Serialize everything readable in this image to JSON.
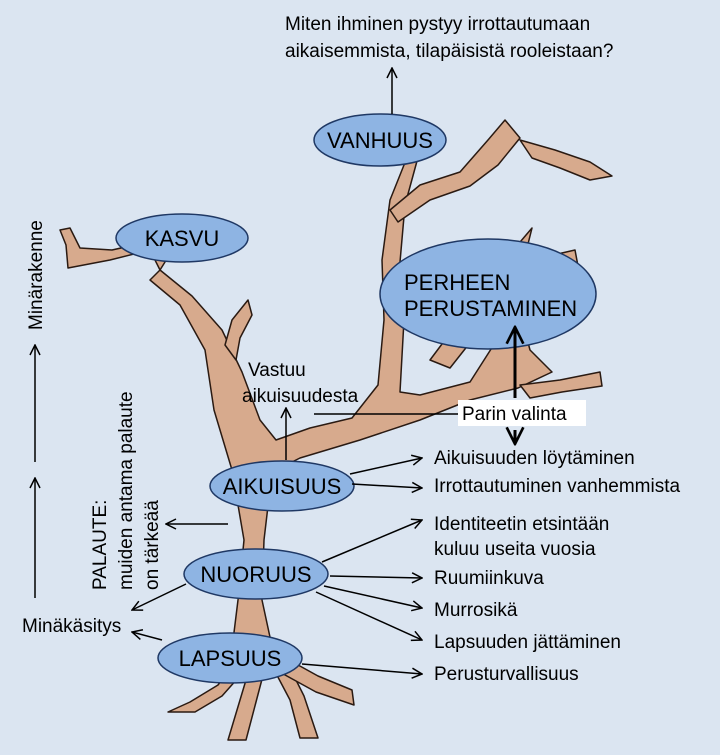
{
  "colors": {
    "background": "#dbe5f1",
    "trunk_fill": "#d7aa8d",
    "trunk_stroke": "#2a1a12",
    "ellipse_fill": "#8eb4e3",
    "ellipse_stroke": "#1f3864"
  },
  "stages": {
    "vanhuus": "VANHUUS",
    "kasvu": "KASVU",
    "perheen_line1": "PERHEEN",
    "perheen_line2": "PERUSTAMINEN",
    "aikuisuus": "AIKUISUUS",
    "nuoruus": "NUORUUS",
    "lapsuus": "LAPSUUS"
  },
  "top_question": {
    "line1": "Miten ihminen pystyy irrottautumaan",
    "line2": "aikaisemmista, tilapäisistä rooleistaan?"
  },
  "left_axis": {
    "minarakenne": "Minärakenne",
    "palaute_line1": "PALAUTE:",
    "palaute_line2": "muiden antama  palaute",
    "palaute_line3": "on tärkeää",
    "minakasitys": "Minäkäsitys"
  },
  "labels": {
    "vastuu_line1": "Vastuu",
    "vastuu_line2": "aikuisuudesta",
    "parin_valinta": "Parin valinta",
    "aikuisuuden_loytaminen": "Aikuisuuden löytäminen",
    "irrottautuminen": "Irrottautuminen vanhemmista",
    "identiteetti_line1": "Identiteetin etsintään",
    "identiteetti_line2": "kuluu useita vuosia",
    "ruumiinkuva": "Ruumiinkuva",
    "murrosika": "Murrosikä",
    "lapsuuden_jattaminen": "Lapsuuden jättäminen",
    "perusturvallisuus": "Perusturvallisuus"
  }
}
